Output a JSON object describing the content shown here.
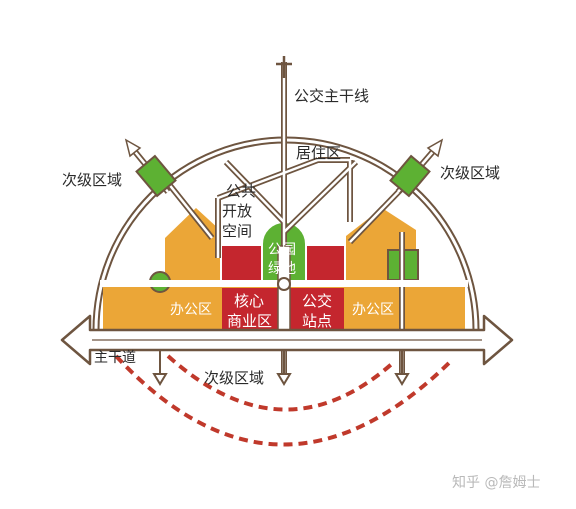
{
  "labels": {
    "public_trunk_line": "公交主干线",
    "residential": "居住区",
    "secondary_left": "次级区域",
    "secondary_right": "次级区域",
    "secondary_bottom": "次级区域",
    "public_open_1": "公共",
    "public_open_2": "开放",
    "public_open_3": "空间",
    "park_1": "公园",
    "park_2": "绿地",
    "office_left": "办公区",
    "office_right": "办公区",
    "core_1": "核心",
    "core_2": "商业区",
    "transit_1": "公交",
    "transit_2": "站点",
    "main_road": "主干道"
  },
  "watermark": "知乎 @詹姆士",
  "colors": {
    "orange": "#eba637",
    "red": "#c4262e",
    "green": "#5db133",
    "line": "#6e5540",
    "dashed": "#c0392b",
    "road_fill": "#ffffff"
  }
}
